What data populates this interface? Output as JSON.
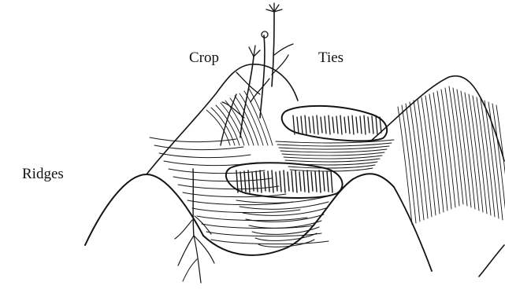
{
  "labels": {
    "crop": "Crop",
    "ties": "Ties",
    "ridges": "Ridges"
  },
  "colors": {
    "ink": "#141414",
    "background": "#ffffff"
  }
}
